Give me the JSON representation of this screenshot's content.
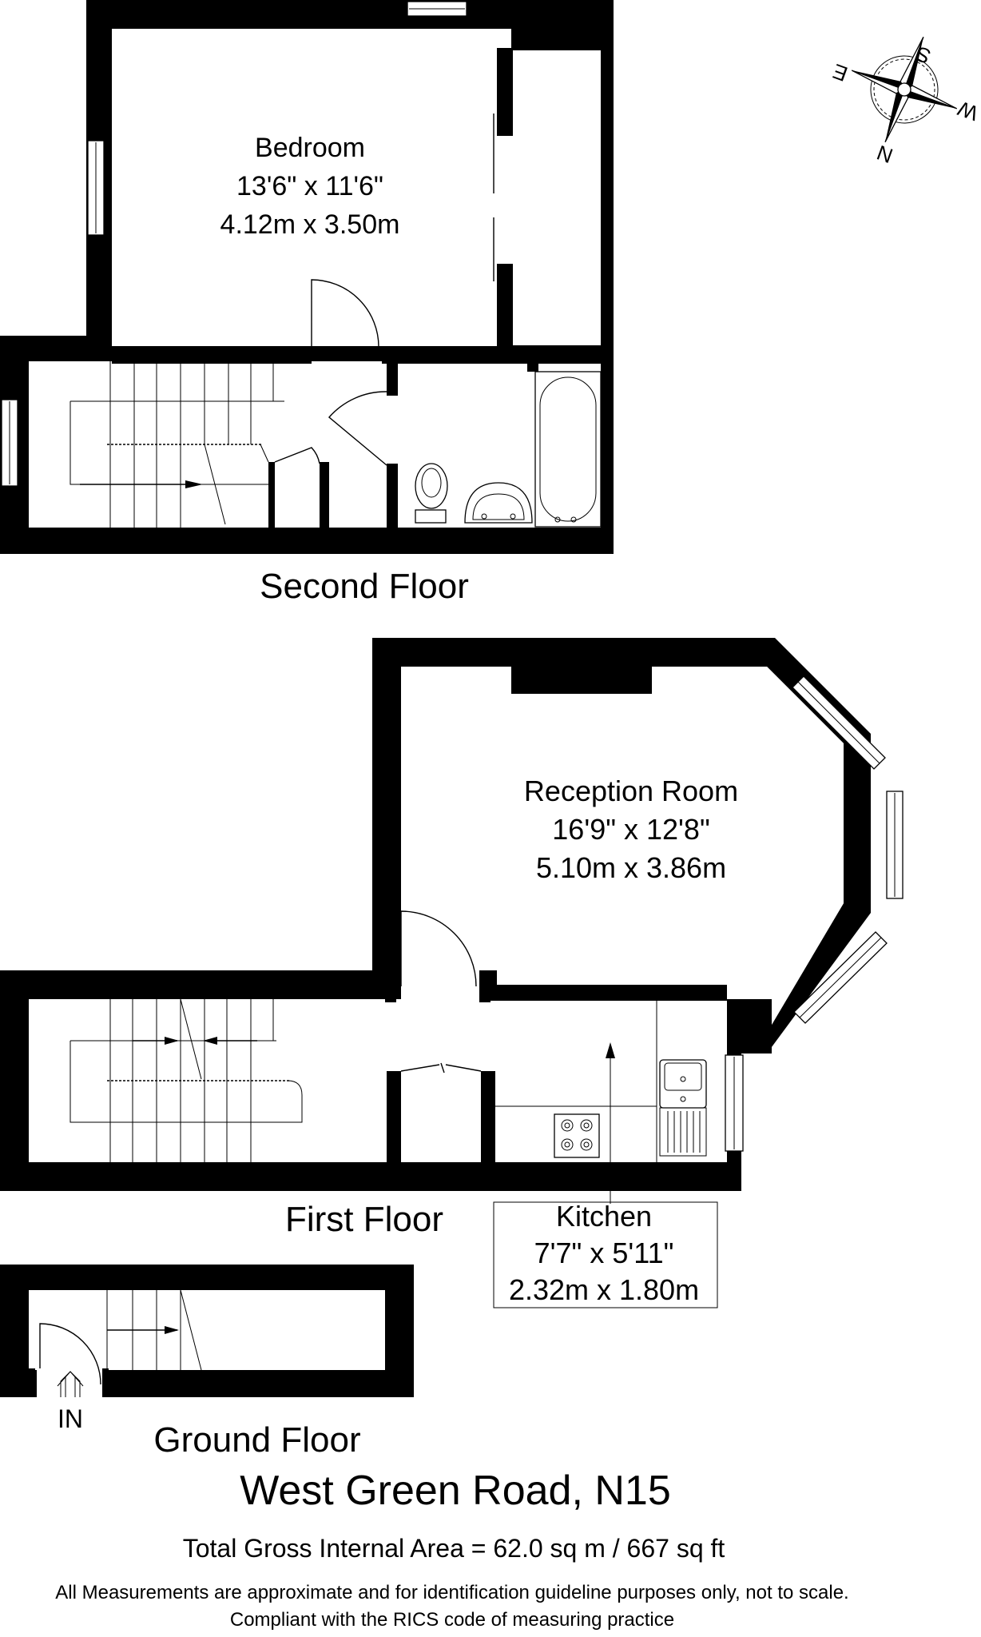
{
  "property": {
    "address": "West Green Road, N15",
    "total_area": "Total Gross Internal Area = 62.0 sq m / 667 sq ft",
    "disclaimer_line1": "All Measurements are approximate and for identification guideline purposes only, not to scale.",
    "disclaimer_line2": "Compliant with the RICS code of measuring practice"
  },
  "floors": {
    "second": "Second Floor",
    "first": "First Floor",
    "ground": "Ground Floor"
  },
  "rooms": {
    "bedroom": {
      "name": "Bedroom",
      "imperial": "13'6\" x 11'6\"",
      "metric": "4.12m x 3.50m"
    },
    "reception": {
      "name": "Reception Room",
      "imperial": "16'9\" x 12'8\"",
      "metric": "5.10m x 3.86m"
    },
    "kitchen": {
      "name": "Kitchen",
      "imperial": "7'7\" x 5'11\"",
      "metric": "2.32m x 1.80m"
    }
  },
  "entrance_label": "IN",
  "compass": {
    "n": "N",
    "s": "S",
    "e": "E",
    "w": "W"
  }
}
